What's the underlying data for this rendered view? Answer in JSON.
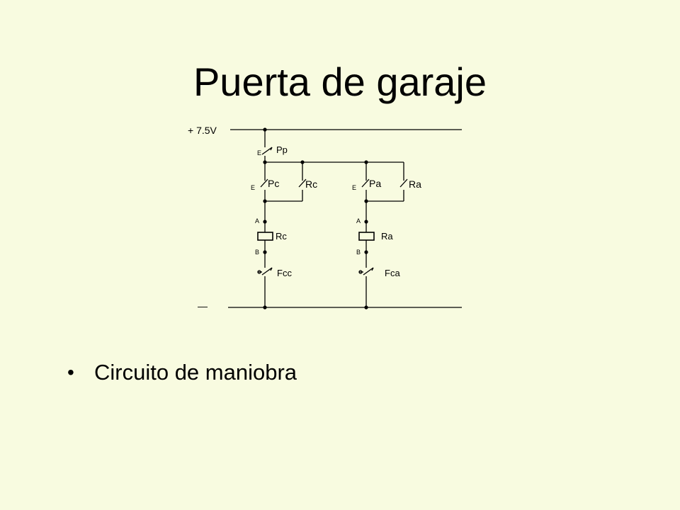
{
  "slide": {
    "title": "Puerta de garaje",
    "bullets": [
      "Circuito de maniobra"
    ]
  },
  "circuit": {
    "supply_label": "+ 7.5V",
    "ground_label": "—",
    "main_switch": {
      "label": "Pp",
      "marker": "E"
    },
    "branches": [
      {
        "pushbutton": "Pc",
        "pushbutton_marker": "E",
        "hold_contact": "Rc",
        "terminal_a": "A",
        "terminal_b": "B",
        "relay_coil": "Rc",
        "limit_switch": "Fcc"
      },
      {
        "pushbutton": "Pa",
        "pushbutton_marker": "E",
        "hold_contact": "Ra",
        "terminal_a": "A",
        "terminal_b": "B",
        "relay_coil": "Ra",
        "limit_switch": "Fca"
      }
    ]
  }
}
